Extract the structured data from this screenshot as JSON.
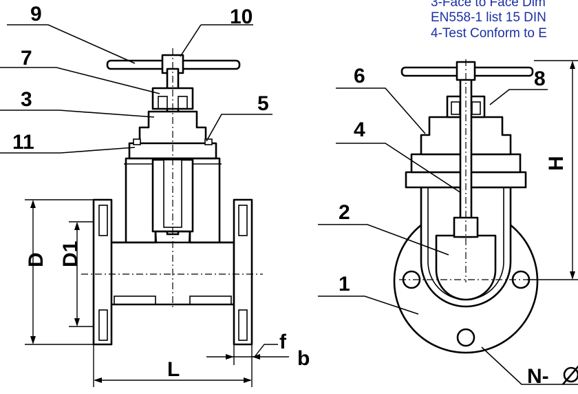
{
  "notes": {
    "line1": "3-Face to Face Dim",
    "line2": "EN558-1 list 15 DIN",
    "line3": "4-Test Conform to E"
  },
  "parts": {
    "p1": "1",
    "p2": "2",
    "p3": "3",
    "p4": "4",
    "p5": "5",
    "p6": "6",
    "p7": "7",
    "p8": "8",
    "p9": "9",
    "p10": "10",
    "p11": "11"
  },
  "dimensions": {
    "D": "D",
    "D1": "D1",
    "L": "L",
    "f": "f",
    "b": "b",
    "H": "H",
    "N": "N-"
  },
  "colors": {
    "note_text": "#1b2fa6",
    "drawing": "#000000"
  },
  "icons": {
    "diameter": "diameter-symbol-icon"
  }
}
